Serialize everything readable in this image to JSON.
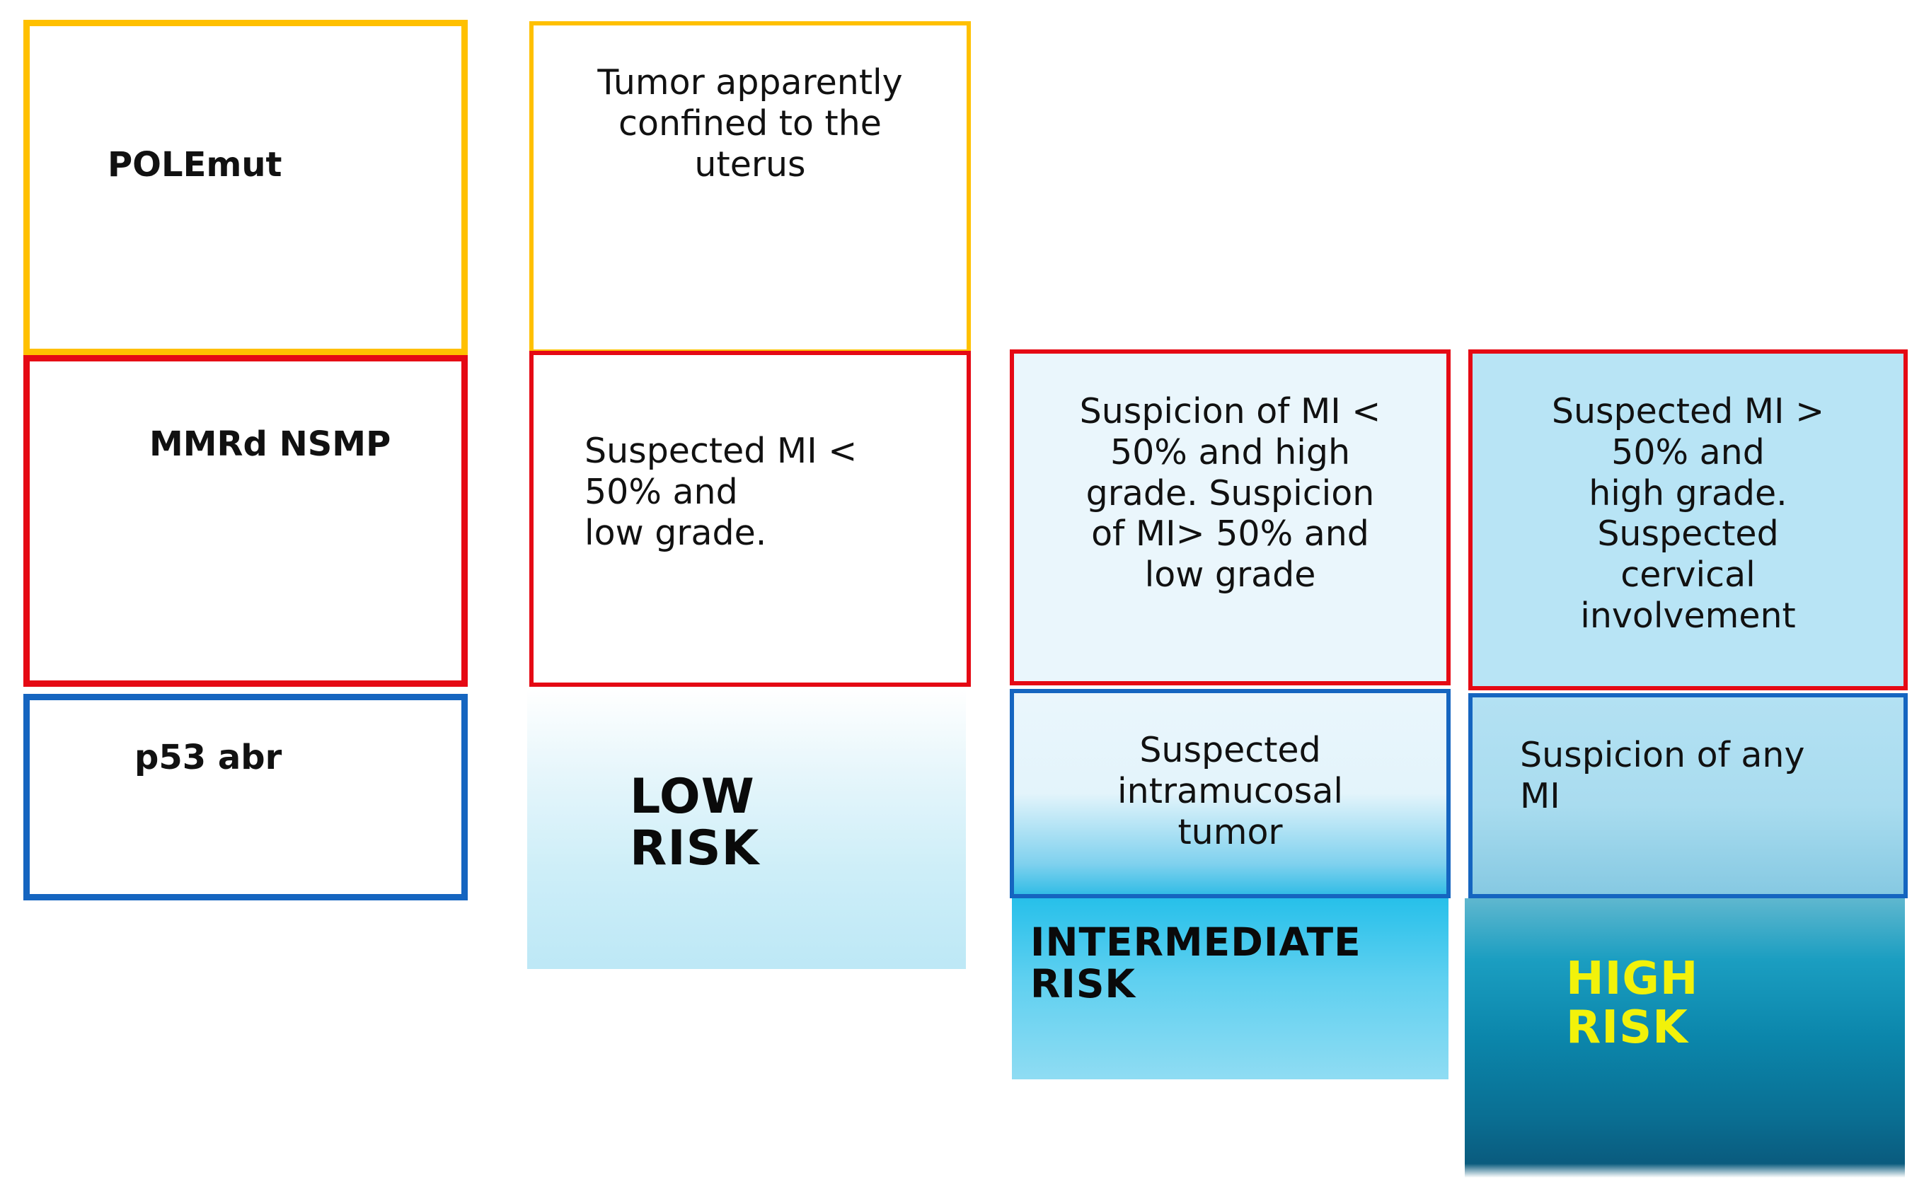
{
  "rows": {
    "pole": {
      "label": "POLEmut"
    },
    "mmrd": {
      "label": "MMRd NSMP"
    },
    "p53": {
      "label": "p53 abr"
    }
  },
  "low": {
    "pole": "Tumor apparently\nconfined to the\nuterus",
    "mmrd": "Suspected MI <\n 50% and\nlow grade.",
    "risk_label": "LOW\n    RISK"
  },
  "intermediate": {
    "mmrd": "Suspicion of MI <\n50% and high\ngrade. Suspicion\nof  MI> 50% and\nlow grade",
    "p53": "Suspected\nintramucosal\ntumor",
    "risk_label": "INTERMEDIATE\n        RISK"
  },
  "high": {
    "mmrd": "Suspected MI >\n50% and\nhigh grade.\nSuspected\ncervical\ninvolvement",
    "p53": "Suspicion of any\n MI",
    "risk_label": "HIGH\n  RISK"
  },
  "colors": {
    "pole": "#FFC000",
    "mmrd": "#E50914",
    "p53": "#1565C0",
    "high_risk_text": "#F2F20A"
  }
}
